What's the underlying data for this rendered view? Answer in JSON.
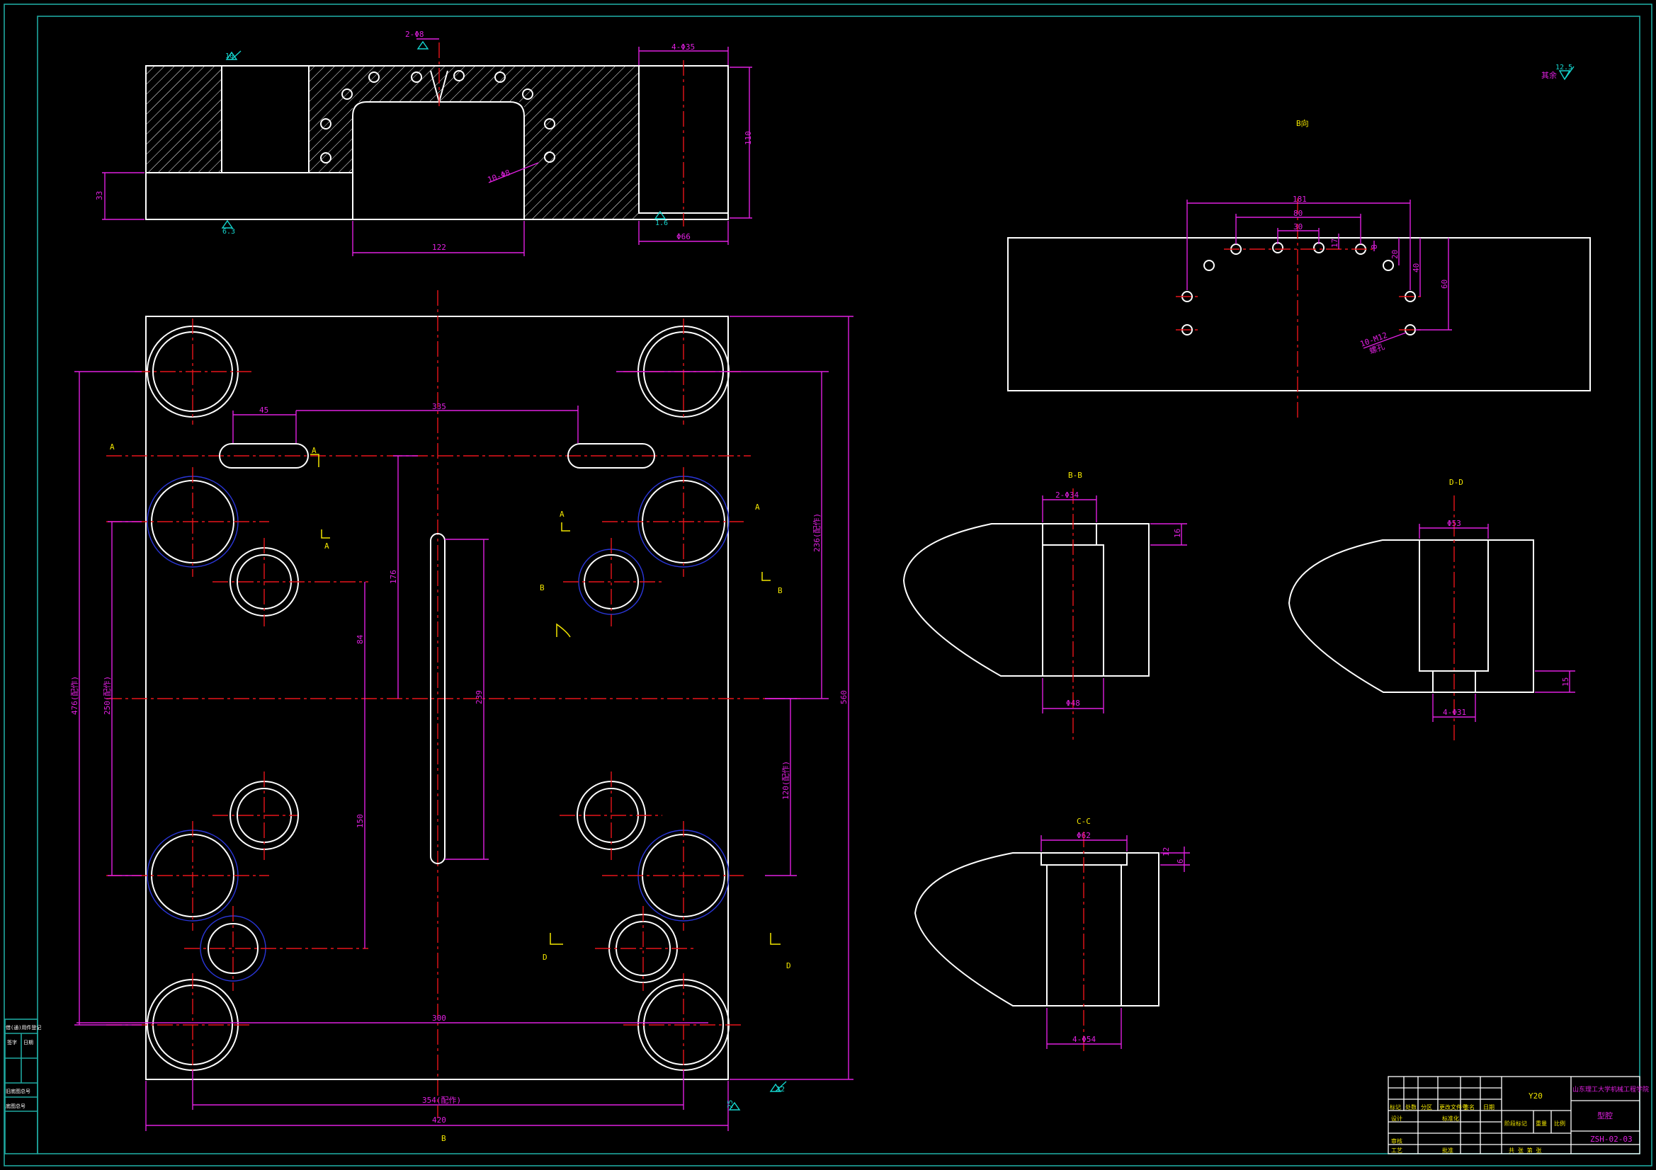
{
  "colors": {
    "background": "#000000",
    "outline": "#ffffff",
    "centerline": "#e8141a",
    "dimension": "#e020e0",
    "annotation": "#f2e600",
    "frame": "#1fa79f",
    "hidden": "#2a36d8"
  },
  "top_view": {
    "hole_callout": "2-Φ8",
    "slot_callout": "10-Φ8",
    "bore_callout": "4-Φ35",
    "dim_height": "110",
    "dim_width": "122",
    "dim_left": "33",
    "dim_bore": "Φ66",
    "rough_top": "10",
    "rough_bottom": "6.3",
    "rough_right": "1.6"
  },
  "plan_view": {
    "dim_45": "45",
    "dim_top": "335",
    "dim_width": "420",
    "dim_inner": "354(配作)",
    "dim_total_height": "560",
    "dim_476": "476(配作)",
    "dim_250": "250(配作)",
    "dim_236": "236(配作)",
    "dim_176": "176",
    "dim_84": "84",
    "dim_150": "150",
    "dim_239": "239",
    "dim_120": "120(配作)",
    "dim_bottom": "300",
    "rough_1": "12",
    "rough_2": "25",
    "section_labels": [
      "A",
      "A",
      "A",
      "A",
      "A",
      "B",
      "B",
      "D",
      "D",
      "B"
    ]
  },
  "b_view": {
    "title": "B向",
    "dim_181": "181",
    "dim_80": "80",
    "dim_30": "30",
    "dim_17": "17",
    "dim_8": "8",
    "dim_20": "20",
    "dim_40": "40",
    "dim_60": "60",
    "callout_1": "10-M12",
    "callout_2": "螺孔"
  },
  "section_bb": {
    "title": "B-B",
    "callout": "2-Φ34",
    "dim_bottom": "Φ48",
    "dim_right": "16"
  },
  "section_dd": {
    "title": "D-D",
    "dim_top": "Φ53",
    "dim_bottom": "4-Φ31",
    "dim_right": "15"
  },
  "section_cc": {
    "title": "C-C",
    "dim_top": "Φ62",
    "dim_bottom": "4-Φ54",
    "dim_right": "6",
    "dim_right_2": "12"
  },
  "rough_note": {
    "value": "12.5",
    "label": "其余"
  },
  "side_table": {
    "rows": [
      "借(通)用件登记",
      "旧底图总号",
      "底图总号",
      "签字",
      "日期"
    ]
  },
  "title_block": {
    "material": "Y20",
    "school": "山东理工大学机械工程学院",
    "part_name": "型腔",
    "drawing_no": "ZSH-02-03",
    "headers": [
      "标记",
      "处数",
      "分区",
      "更改文件号",
      "签名",
      "日期"
    ],
    "row_labels": [
      "设计",
      "审核",
      "工艺"
    ],
    "cells": [
      "标准化",
      "批准"
    ],
    "stage": "阶段标记",
    "weight": "重量",
    "scale": "比例",
    "sheets": "共 张 第 张"
  }
}
